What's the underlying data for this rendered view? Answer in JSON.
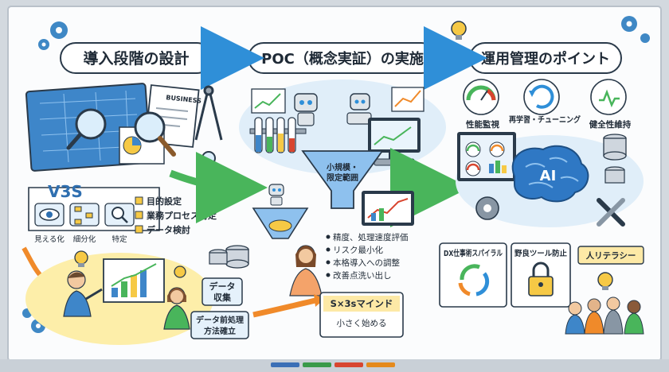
{
  "headers": {
    "stage1": "導入段階の設計",
    "stage2": "POC（概念実証）の実施",
    "stage3": "運用管理のポイント"
  },
  "stage1": {
    "doc_label": "BUSINESS",
    "v3s": {
      "title": "V3S",
      "items": [
        "見える化",
        "細分化",
        "特定"
      ]
    },
    "checklist": [
      "目的設定",
      "業務プロセス特定",
      "データ検討"
    ],
    "data_tag": [
      "データ",
      "収集"
    ],
    "method_tag": [
      "データ前処理",
      "方法確立"
    ]
  },
  "stage2": {
    "funnel_label": [
      "小規模・",
      "限定範囲"
    ],
    "bullets": [
      "精度、処理速度評価",
      "リスク最小化",
      "本格導入への調整",
      "改善点洗い出し"
    ],
    "mind_title": "S×3sマインド",
    "mind_sub": "小さく始める"
  },
  "stage3": {
    "metrics": [
      {
        "label": "性能監視"
      },
      {
        "label": "再学習・チューニング"
      },
      {
        "label": "健全性維持"
      }
    ],
    "ai_label": "AI",
    "boxes": [
      {
        "label": "DX仕事術スパイラル"
      },
      {
        "label": "野良ツール防止"
      }
    ],
    "literacy": "人リテラシー"
  },
  "colors": {
    "board": "#fbfcfd",
    "frame": "#c7ced6",
    "arrow_blue": "#2f8fd8",
    "arrow_green": "#49b55b",
    "arrow_orange": "#f08a2a",
    "accent_yellow": "#f6c945"
  },
  "icons": [
    "gear-icon",
    "lightbulb-icon",
    "magnifier-icon",
    "compass-icon",
    "robot-icon",
    "monitor-icon",
    "funnel-icon",
    "brain-icon",
    "wrench-icon",
    "database-icon",
    "lock-icon",
    "cycle-icon",
    "eye-icon"
  ]
}
